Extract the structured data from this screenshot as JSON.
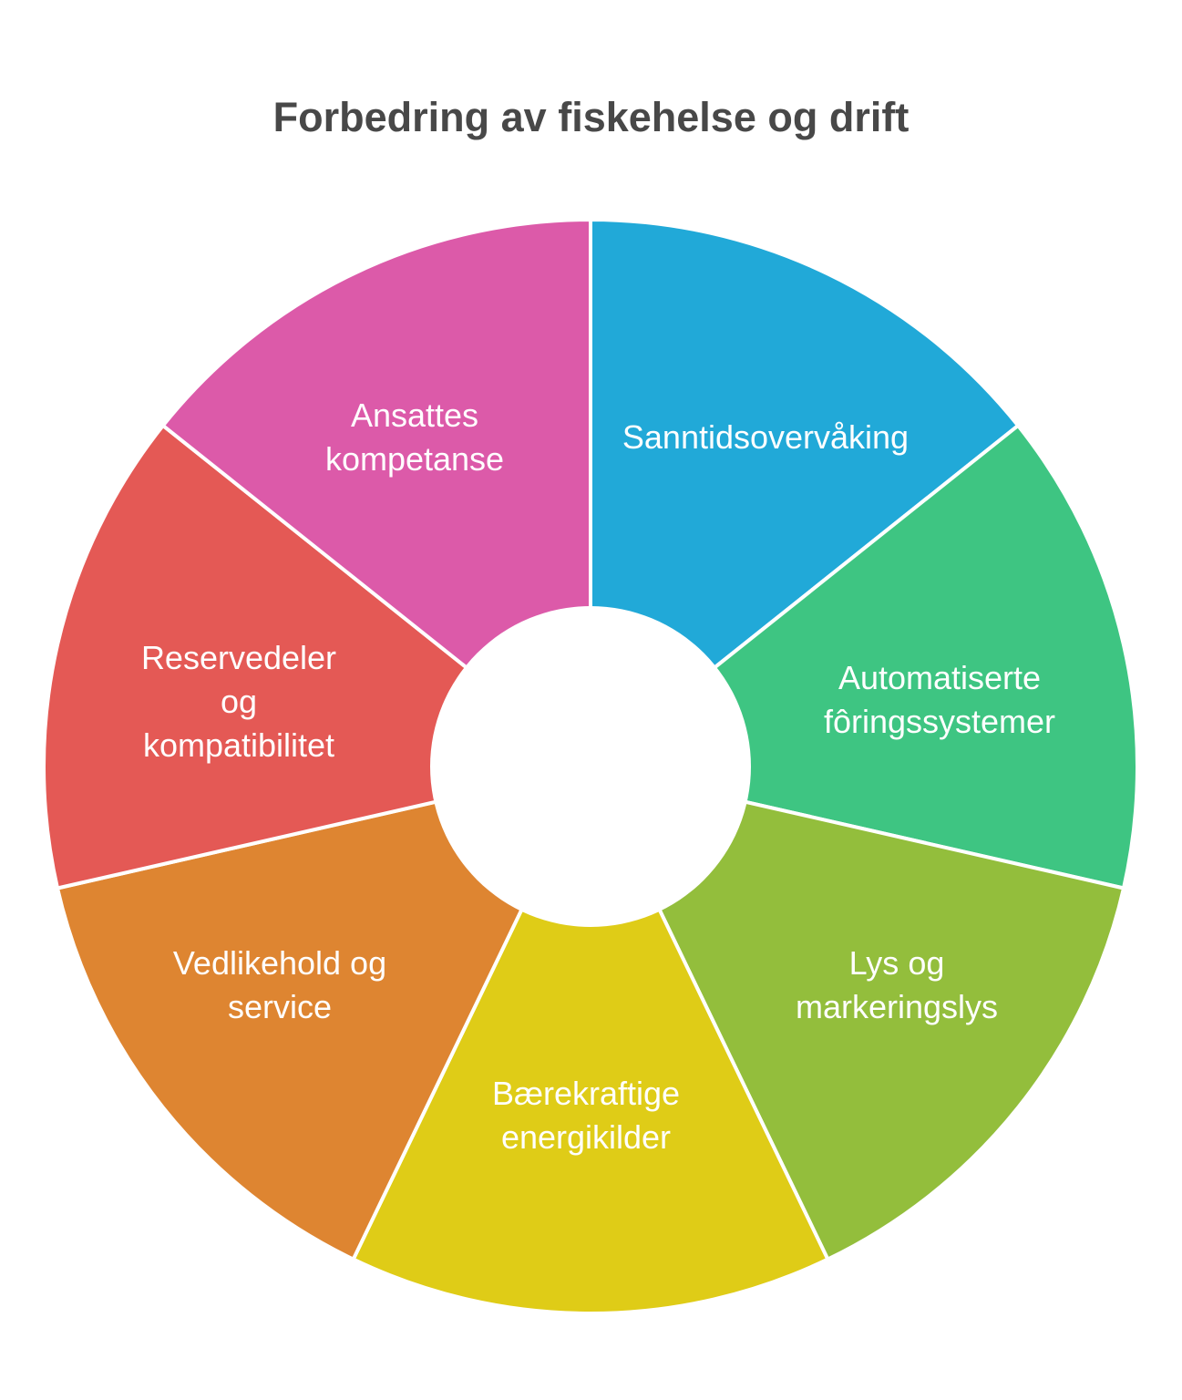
{
  "title": "Forbedring av fiskehelse og drift",
  "segments": [
    {
      "id": "sanntidsovervaking",
      "lines": [
        "Sanntidsovervåking"
      ],
      "color": "#21a9d8"
    },
    {
      "id": "automatiserte-foringssystemer",
      "lines": [
        "Automatiserte",
        "fôringssystemer"
      ],
      "color": "#3ec582"
    },
    {
      "id": "lys-og-markeringslys",
      "lines": [
        "Lys og",
        "markeringslys"
      ],
      "color": "#93be3c"
    },
    {
      "id": "baerekraftige-energikilder",
      "lines": [
        "Bærekraftige",
        "energikilder"
      ],
      "color": "#dfcc17"
    },
    {
      "id": "vedlikehold-og-service",
      "lines": [
        "Vedlikehold og",
        "service"
      ],
      "color": "#de8531"
    },
    {
      "id": "reservedeler-og-kompatibilitet",
      "lines": [
        "Reservedeler",
        "og",
        "kompatibilitet"
      ],
      "color": "#e45955"
    },
    {
      "id": "ansattes-kompetanse",
      "lines": [
        "Ansattes",
        "kompetanse"
      ],
      "color": "#dc5aa9"
    }
  ]
}
